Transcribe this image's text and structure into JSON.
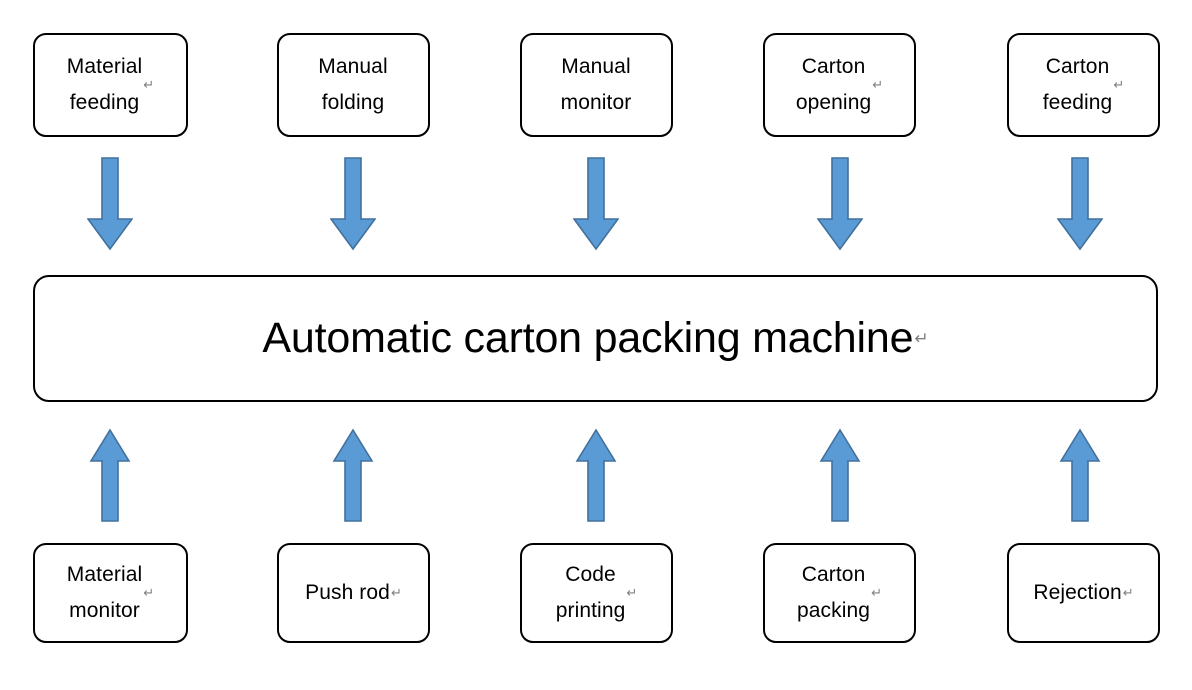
{
  "diagram": {
    "title": "Automatic carton packing machine process flow",
    "colors": {
      "arrow_fill": "#5B9BD5",
      "arrow_stroke": "#41719C",
      "box_stroke": "#000000",
      "box_fill": "#FFFFFF",
      "text": "#000000",
      "pilcrow": "#808080"
    },
    "center": {
      "label": "Automatic carton packing machine",
      "pilcrow": "↵"
    },
    "inputs_arrow_icon": "arrow-down-icon",
    "outputs_arrow_icon": "arrow-up-icon",
    "top_nodes": [
      {
        "label": "Material\nfeeding",
        "pilcrow": "↵"
      },
      {
        "label": "Manual\nfolding",
        "pilcrow": ""
      },
      {
        "label": "Manual\nmonitor",
        "pilcrow": ""
      },
      {
        "label": "Carton\nopening",
        "pilcrow": "↵"
      },
      {
        "label": "Carton\nfeeding",
        "pilcrow": "↵"
      }
    ],
    "bottom_nodes": [
      {
        "label": "Material\nmonitor",
        "pilcrow": "↵"
      },
      {
        "label": "Push rod",
        "pilcrow": "↵"
      },
      {
        "label": "Code\nprinting",
        "pilcrow": "↵"
      },
      {
        "label": "Carton\npacking",
        "pilcrow": "↵"
      },
      {
        "label": "Rejection",
        "pilcrow": "↵"
      }
    ]
  }
}
